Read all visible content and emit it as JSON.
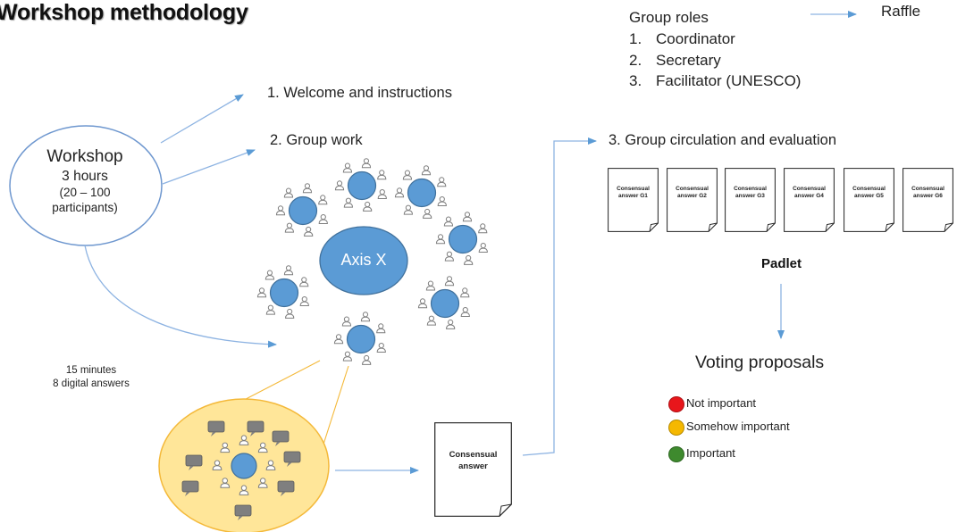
{
  "title": "Workshop methodology",
  "group_roles": {
    "heading": "Group roles",
    "arrow_target": "Raffle",
    "items": [
      {
        "num": "1.",
        "label": "Coordinator"
      },
      {
        "num": "2.",
        "label": "Secretary"
      },
      {
        "num": "3.",
        "label": "Facilitator (UNESCO)"
      }
    ]
  },
  "steps": {
    "welcome": "1. Welcome and instructions",
    "group_work": "2. Group work",
    "circulation": "3. Group circulation and evaluation"
  },
  "workshop": {
    "title": "Workshop",
    "duration": "3 hours",
    "participants_range": "(20 – 100",
    "participants_word": "participants)"
  },
  "center_axis": "Axis  X",
  "note": {
    "line1": "15 minutes",
    "line2": "8  digital answers"
  },
  "consensual_answer_doc": {
    "line1": "Consensual",
    "line2": "answer"
  },
  "group_docs": [
    {
      "line1": "Consensual",
      "line2": "answer  G1"
    },
    {
      "line1": "Consensual",
      "line2": "answer  G2"
    },
    {
      "line1": "Consensual",
      "line2": "answer  G3"
    },
    {
      "line1": "Consensual",
      "line2": "answer  G4"
    },
    {
      "line1": "Consensual",
      "line2": "answer  G5"
    },
    {
      "line1": "Consensual",
      "line2": "answer  G6"
    }
  ],
  "padlet": "Padlet",
  "voting": {
    "title": "Voting proposals",
    "legend": [
      {
        "label": "Not important",
        "color": "#e8161b"
      },
      {
        "label": "Somehow important",
        "color": "#f5b800"
      },
      {
        "label": "Important",
        "color": "#3e8a2e"
      }
    ]
  },
  "colors": {
    "accent_blue": "#5b9bd5",
    "blue_dark": "#41719c",
    "arrow_blue": "#8db3e2",
    "zoom_fill": "#ffe699",
    "zoom_border": "#f4b93a",
    "person_gray": "#7f7f7f"
  }
}
